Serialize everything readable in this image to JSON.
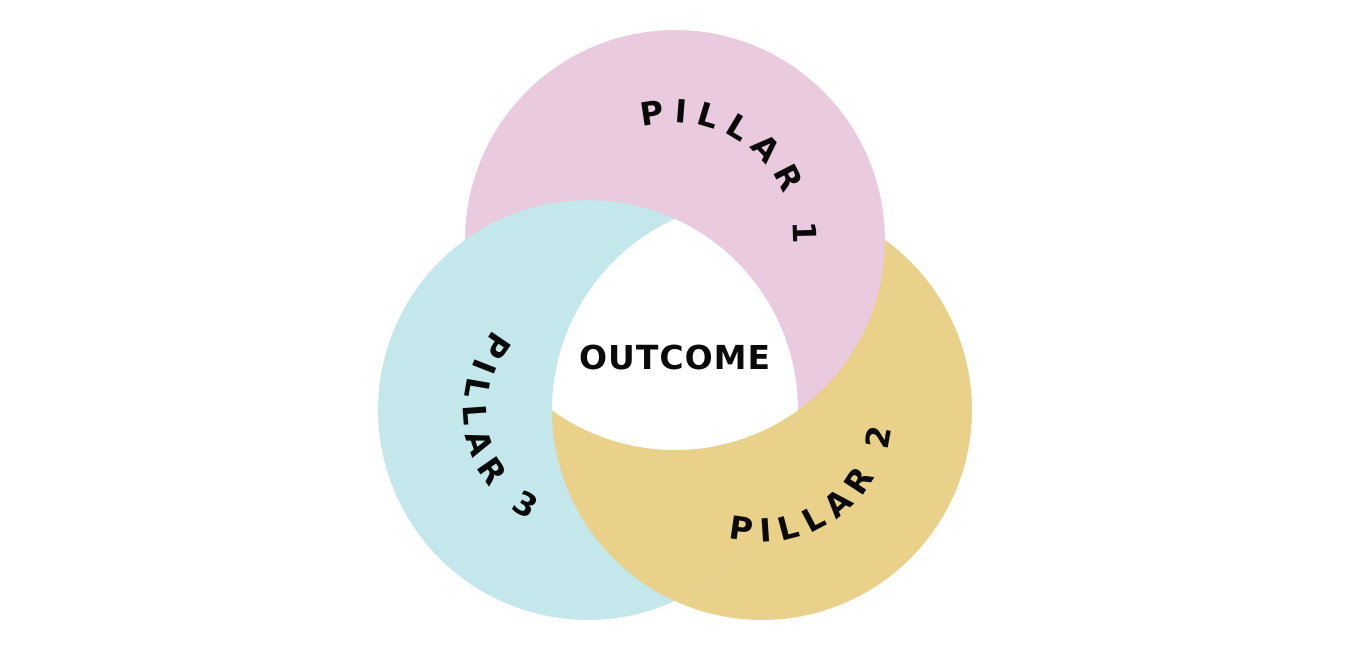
{
  "diagram": {
    "pillars": [
      {
        "label": "PILLAR 1",
        "color": "#E9CADF"
      },
      {
        "label": "PILLAR 2",
        "color": "#E9D18A"
      },
      {
        "label": "PILLAR 3",
        "color": "#C3E7EA"
      }
    ],
    "center_label": "OUTCOME",
    "center_color": "#FFFFFF"
  }
}
